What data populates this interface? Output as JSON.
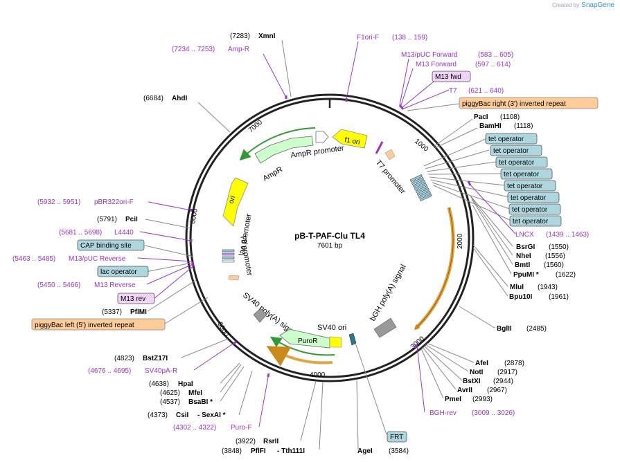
{
  "header": {
    "created_by": "Created by",
    "brand": "SnapGene"
  },
  "plasmid": {
    "name": "pB-T-PAF-Clu TL4",
    "length_label": "7601 bp",
    "length": 7601
  },
  "colors": {
    "enzyme_line": "#888888",
    "primer": "#9933cc",
    "feature_green": "#ccffcc",
    "feature_yellow": "#ffff00",
    "feature_orange": "#ffcc99",
    "feature_teal": "#93c6d1",
    "feature_gray": "#999999",
    "orange_arc": "#e6a23c",
    "primer_box": "#f0d3f8",
    "teal_box": "#aed6df"
  },
  "ticks": [
    "1000",
    "2000",
    "3000",
    "4000",
    "5000",
    "6000",
    "7000"
  ],
  "map_features": [
    {
      "label": "f1 ori",
      "type": "arrow_label"
    },
    {
      "label": "AmpR promoter",
      "type": "arc_label"
    },
    {
      "label": "AmpR",
      "type": "arc_label"
    },
    {
      "label": "ori",
      "type": "arrow_label"
    },
    {
      "label": "T7 promoter",
      "type": "arc_label"
    },
    {
      "label": "lac promoter",
      "type": "arc_label"
    },
    {
      "label": "T3 promoter",
      "type": "arc_label"
    },
    {
      "label": "SV40 poly(A) signal",
      "type": "arc_label"
    },
    {
      "label": "SV40 ori",
      "type": "label"
    },
    {
      "label": "PuroR",
      "type": "arrow_label"
    },
    {
      "label": "bGH poly(A) signal",
      "type": "arc_label"
    }
  ],
  "right_labels": [
    {
      "pos": "(621 .. 640)",
      "name": "T7",
      "kind": "primer"
    },
    {
      "name": "piggyBac right (3') inverted repeat",
      "kind": "orange_box"
    },
    {
      "name": "PacI",
      "pos": "(1108)",
      "kind": "enzyme"
    },
    {
      "name": "BamHI",
      "pos": "(1118)",
      "kind": "enzyme"
    },
    {
      "name": "tet operator",
      "kind": "teal_box"
    },
    {
      "name": "tet operator",
      "kind": "teal_box"
    },
    {
      "name": "tet operator",
      "kind": "teal_box"
    },
    {
      "name": "tet operator",
      "kind": "teal_box"
    },
    {
      "name": "tet operator",
      "kind": "teal_box"
    },
    {
      "name": "tet operator",
      "kind": "teal_box"
    },
    {
      "name": "tet operator",
      "kind": "teal_box"
    },
    {
      "name": "tet operator",
      "kind": "teal_box"
    },
    {
      "name": "LNCX",
      "pos": "(1439 .. 1463)",
      "kind": "primer"
    },
    {
      "name": "BsrGI",
      "pos": "(1550)",
      "kind": "enzyme"
    },
    {
      "name": "NheI",
      "pos": "(1556)",
      "kind": "enzyme"
    },
    {
      "name": "BmtI",
      "pos": "(1560)",
      "kind": "enzyme"
    },
    {
      "name": "PpuMI *",
      "pos": "(1622)",
      "kind": "enzyme"
    },
    {
      "name": "MluI",
      "pos": "(1943)",
      "kind": "enzyme"
    },
    {
      "name": "Bpu10I",
      "pos": "(1961)",
      "kind": "enzyme"
    },
    {
      "name": "BglII",
      "pos": "(2485)",
      "kind": "enzyme"
    },
    {
      "name": "AfeI",
      "pos": "(2878)",
      "kind": "enzyme"
    },
    {
      "name": "NotI",
      "pos": "(2917)",
      "kind": "enzyme"
    },
    {
      "name": "BstXI",
      "pos": "(2944)",
      "kind": "enzyme"
    },
    {
      "name": "AvrII",
      "pos": "(2967)",
      "kind": "enzyme"
    },
    {
      "name": "PmeI",
      "pos": "(2993)",
      "kind": "enzyme"
    },
    {
      "name": "BGH-rev",
      "pos": "(3009 .. 3026)",
      "kind": "primer"
    }
  ],
  "top_labels": [
    {
      "pos": "(7283)",
      "name": "XmnI",
      "kind": "enzyme"
    },
    {
      "pos": "(7234 .. 7253)",
      "name": "Amp-R",
      "kind": "primer"
    },
    {
      "name": "F1ori-F",
      "pos": "(138 .. 159)",
      "kind": "primer"
    },
    {
      "name": "M13/pUC Forward",
      "pos": "(583 .. 605)",
      "kind": "primer"
    },
    {
      "name": "M13 Forward",
      "pos": "(597 .. 614)",
      "kind": "primer"
    },
    {
      "name": "M13 fwd",
      "kind": "primer_box"
    },
    {
      "pos": "(6684)",
      "name": "AhdI",
      "kind": "enzyme"
    }
  ],
  "left_labels": [
    {
      "pos": "(5932 .. 5951)",
      "name": "pBR322ori-F",
      "kind": "primer"
    },
    {
      "pos": "(5791)",
      "name": "PciI",
      "kind": "enzyme"
    },
    {
      "pos": "(5681 .. 5698)",
      "name": "L4440",
      "kind": "primer"
    },
    {
      "name": "CAP binding site",
      "kind": "teal_box"
    },
    {
      "pos": "(5463 .. 5485)",
      "name": "M13/pUC Reverse",
      "kind": "primer"
    },
    {
      "name": "lac operator",
      "kind": "teal_box"
    },
    {
      "pos": "(5450 .. 5466)",
      "name": "M13 Reverse",
      "kind": "primer"
    },
    {
      "name": "M13 rev",
      "kind": "primer_box"
    },
    {
      "pos": "(5337)",
      "name": "PflMI",
      "kind": "enzyme"
    },
    {
      "name": "piggyBac left (5') inverted repeat",
      "kind": "orange_box"
    }
  ],
  "bottom_labels": [
    {
      "pos": "(4823)",
      "name": "BstZ17I",
      "kind": "enzyme"
    },
    {
      "pos": "(4676 .. 4695)",
      "name": "SV40pA-R",
      "kind": "primer"
    },
    {
      "pos": "(4638)",
      "name": "HpaI",
      "kind": "enzyme"
    },
    {
      "pos": "(4625)",
      "name": "MfeI",
      "kind": "enzyme"
    },
    {
      "pos": "(4537)",
      "name": "BsaBI *",
      "kind": "enzyme"
    },
    {
      "pos": "(4373)",
      "name": "CsiI",
      "extra": "- SexAI *",
      "kind": "enzyme"
    },
    {
      "pos": "(4302 .. 4322)",
      "name": "Puro-F",
      "kind": "primer"
    },
    {
      "pos": "(3922)",
      "name": "RsrII",
      "kind": "enzyme"
    },
    {
      "pos": "(3848)",
      "name": "PflFI",
      "extra": "- Tth111I",
      "kind": "enzyme"
    },
    {
      "name": "FRT",
      "kind": "teal_box"
    },
    {
      "name": "AgeI",
      "pos": "(3584)",
      "kind": "enzyme"
    }
  ]
}
